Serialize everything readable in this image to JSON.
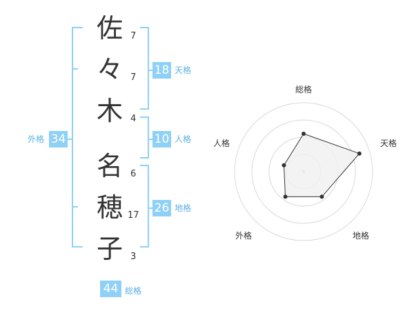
{
  "colors": {
    "bracket": "#8fd0f7",
    "badge_bg": "#8fd0f7",
    "badge_label": "#5bb0e6",
    "text": "#333333",
    "radar_fill": "#f0f0f0",
    "radar_ring": "#d9d9d9"
  },
  "name_chars": [
    {
      "char": "佐",
      "strokes": "7"
    },
    {
      "char": "々",
      "strokes": "7"
    },
    {
      "char": "木",
      "strokes": "4"
    },
    {
      "char": "名",
      "strokes": "6"
    },
    {
      "char": "穂",
      "strokes": "17"
    },
    {
      "char": "子",
      "strokes": "3"
    }
  ],
  "kakusuu": {
    "tenkaku": {
      "value": "18",
      "label": "天格"
    },
    "jinkaku": {
      "value": "10",
      "label": "人格"
    },
    "chikaku": {
      "value": "26",
      "label": "地格"
    },
    "gaikaku": {
      "value": "34",
      "label": "外格"
    },
    "soukaku": {
      "value": "44",
      "label": "総格"
    }
  },
  "chart_data": {
    "type": "radar",
    "axes": [
      "総格",
      "天格",
      "地格",
      "外格",
      "人格"
    ],
    "values": [
      0.55,
      0.85,
      0.45,
      0.45,
      0.3
    ],
    "range": [
      0,
      1
    ],
    "rings": 4
  }
}
